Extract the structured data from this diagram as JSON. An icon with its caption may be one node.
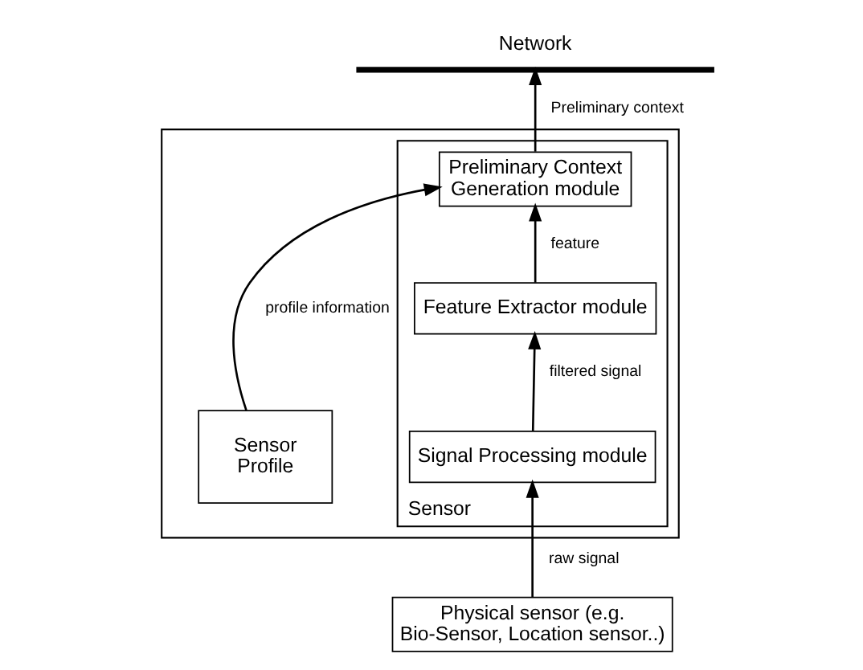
{
  "diagram": {
    "nodes": [
      {
        "text": [
          "Network"
        ]
      },
      {
        "text": [],
        "shape": "box"
      },
      {
        "text": [
          "Sensor"
        ],
        "in": 1
      },
      {
        "text": [
          "Preliminary Context Generation module"
        ],
        "in": 2
      },
      {
        "text": [
          "Sensor Profile"
        ],
        "in": 1
      },
      {
        "text": [
          "Feature Extractor module"
        ],
        "in": 2
      },
      {
        "text": [
          "Signal Processing module"
        ],
        "in": 2
      },
      {
        "text": [
          "Physical sensor (e.g. Bio-Sensor, Location sensor..)"
        ]
      }
    ],
    "edges": [
      {
        "from": 7,
        "to": 6,
        "arrow": "to",
        "label": "raw signal"
      },
      {
        "from": 6,
        "to": 5,
        "arrow": "to",
        "label": "filtered signal"
      },
      {
        "from": 5,
        "to": 3,
        "arrow": "to",
        "label": "feature"
      },
      {
        "from": 4,
        "to": 3,
        "arrow": "to",
        "label": "profile information"
      },
      {
        "from": 3,
        "to": 0,
        "arrow": "to",
        "label": "Preliminary context"
      }
    ]
  }
}
